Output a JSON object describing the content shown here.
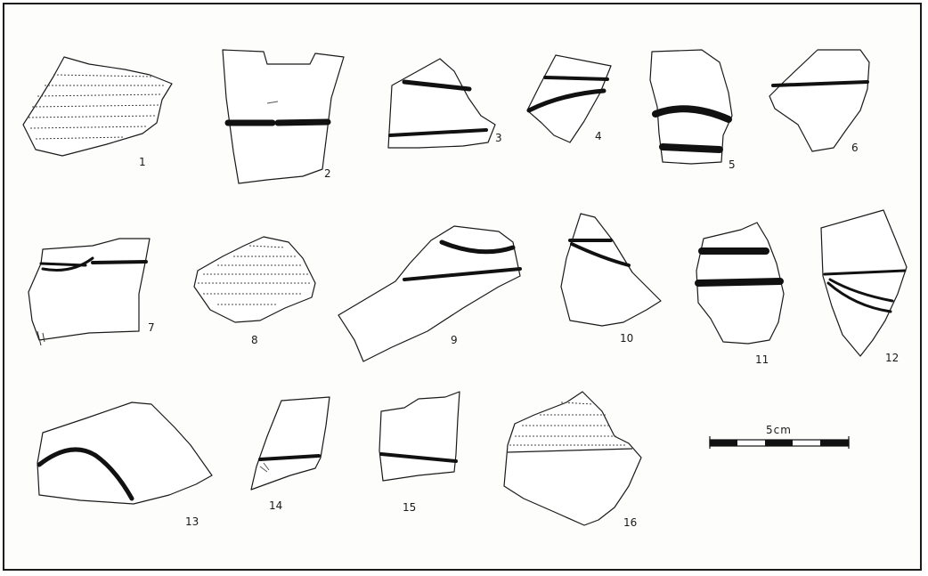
{
  "figure": {
    "ink_color": "#111111",
    "paper_color": "#fdfdfb",
    "sherd_labels": [
      "1",
      "2",
      "3",
      "4",
      "5",
      "6",
      "7",
      "8",
      "9",
      "10",
      "11",
      "12",
      "13",
      "14",
      "15",
      "16"
    ],
    "scale_bar": {
      "label": "5cm"
    }
  }
}
